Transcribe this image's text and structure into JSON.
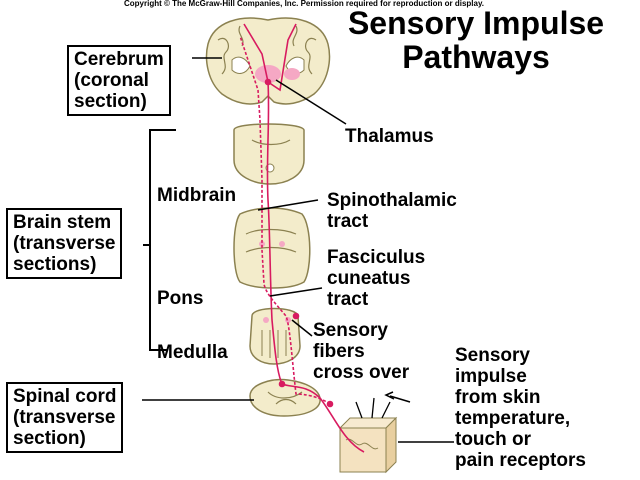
{
  "copyright": "Copyright © The McGraw-Hill Companies, Inc. Permission required for reproduction or display.",
  "title": [
    "Sensory Impulse",
    "Pathways"
  ],
  "labels": {
    "cerebrum": [
      "Cerebrum",
      "(coronal",
      "section)"
    ],
    "brain_stem": [
      "Brain stem",
      "(transverse",
      "sections)"
    ],
    "spinal_cord": [
      "Spinal cord",
      "(transverse",
      "section)"
    ],
    "thalamus": "Thalamus",
    "midbrain": "Midbrain",
    "pons": "Pons",
    "medulla": "Medulla",
    "spinothalamic": [
      "Spinothalamic",
      "tract"
    ],
    "fasciculus": [
      "Fasciculus",
      "cuneatus",
      "tract"
    ],
    "sensory_fibers": [
      "Sensory",
      "fibers",
      "cross over"
    ],
    "sensory_impulse": [
      "Sensory",
      "impulse",
      "from skin",
      "temperature,",
      "touch or",
      "pain receptors"
    ]
  },
  "colors": {
    "tissue": "#f3eccb",
    "tissue_outline": "#8b8150",
    "pathway": "#d81b60",
    "nucleus": "#f5a8c4",
    "skin": "#f4e2c0"
  }
}
